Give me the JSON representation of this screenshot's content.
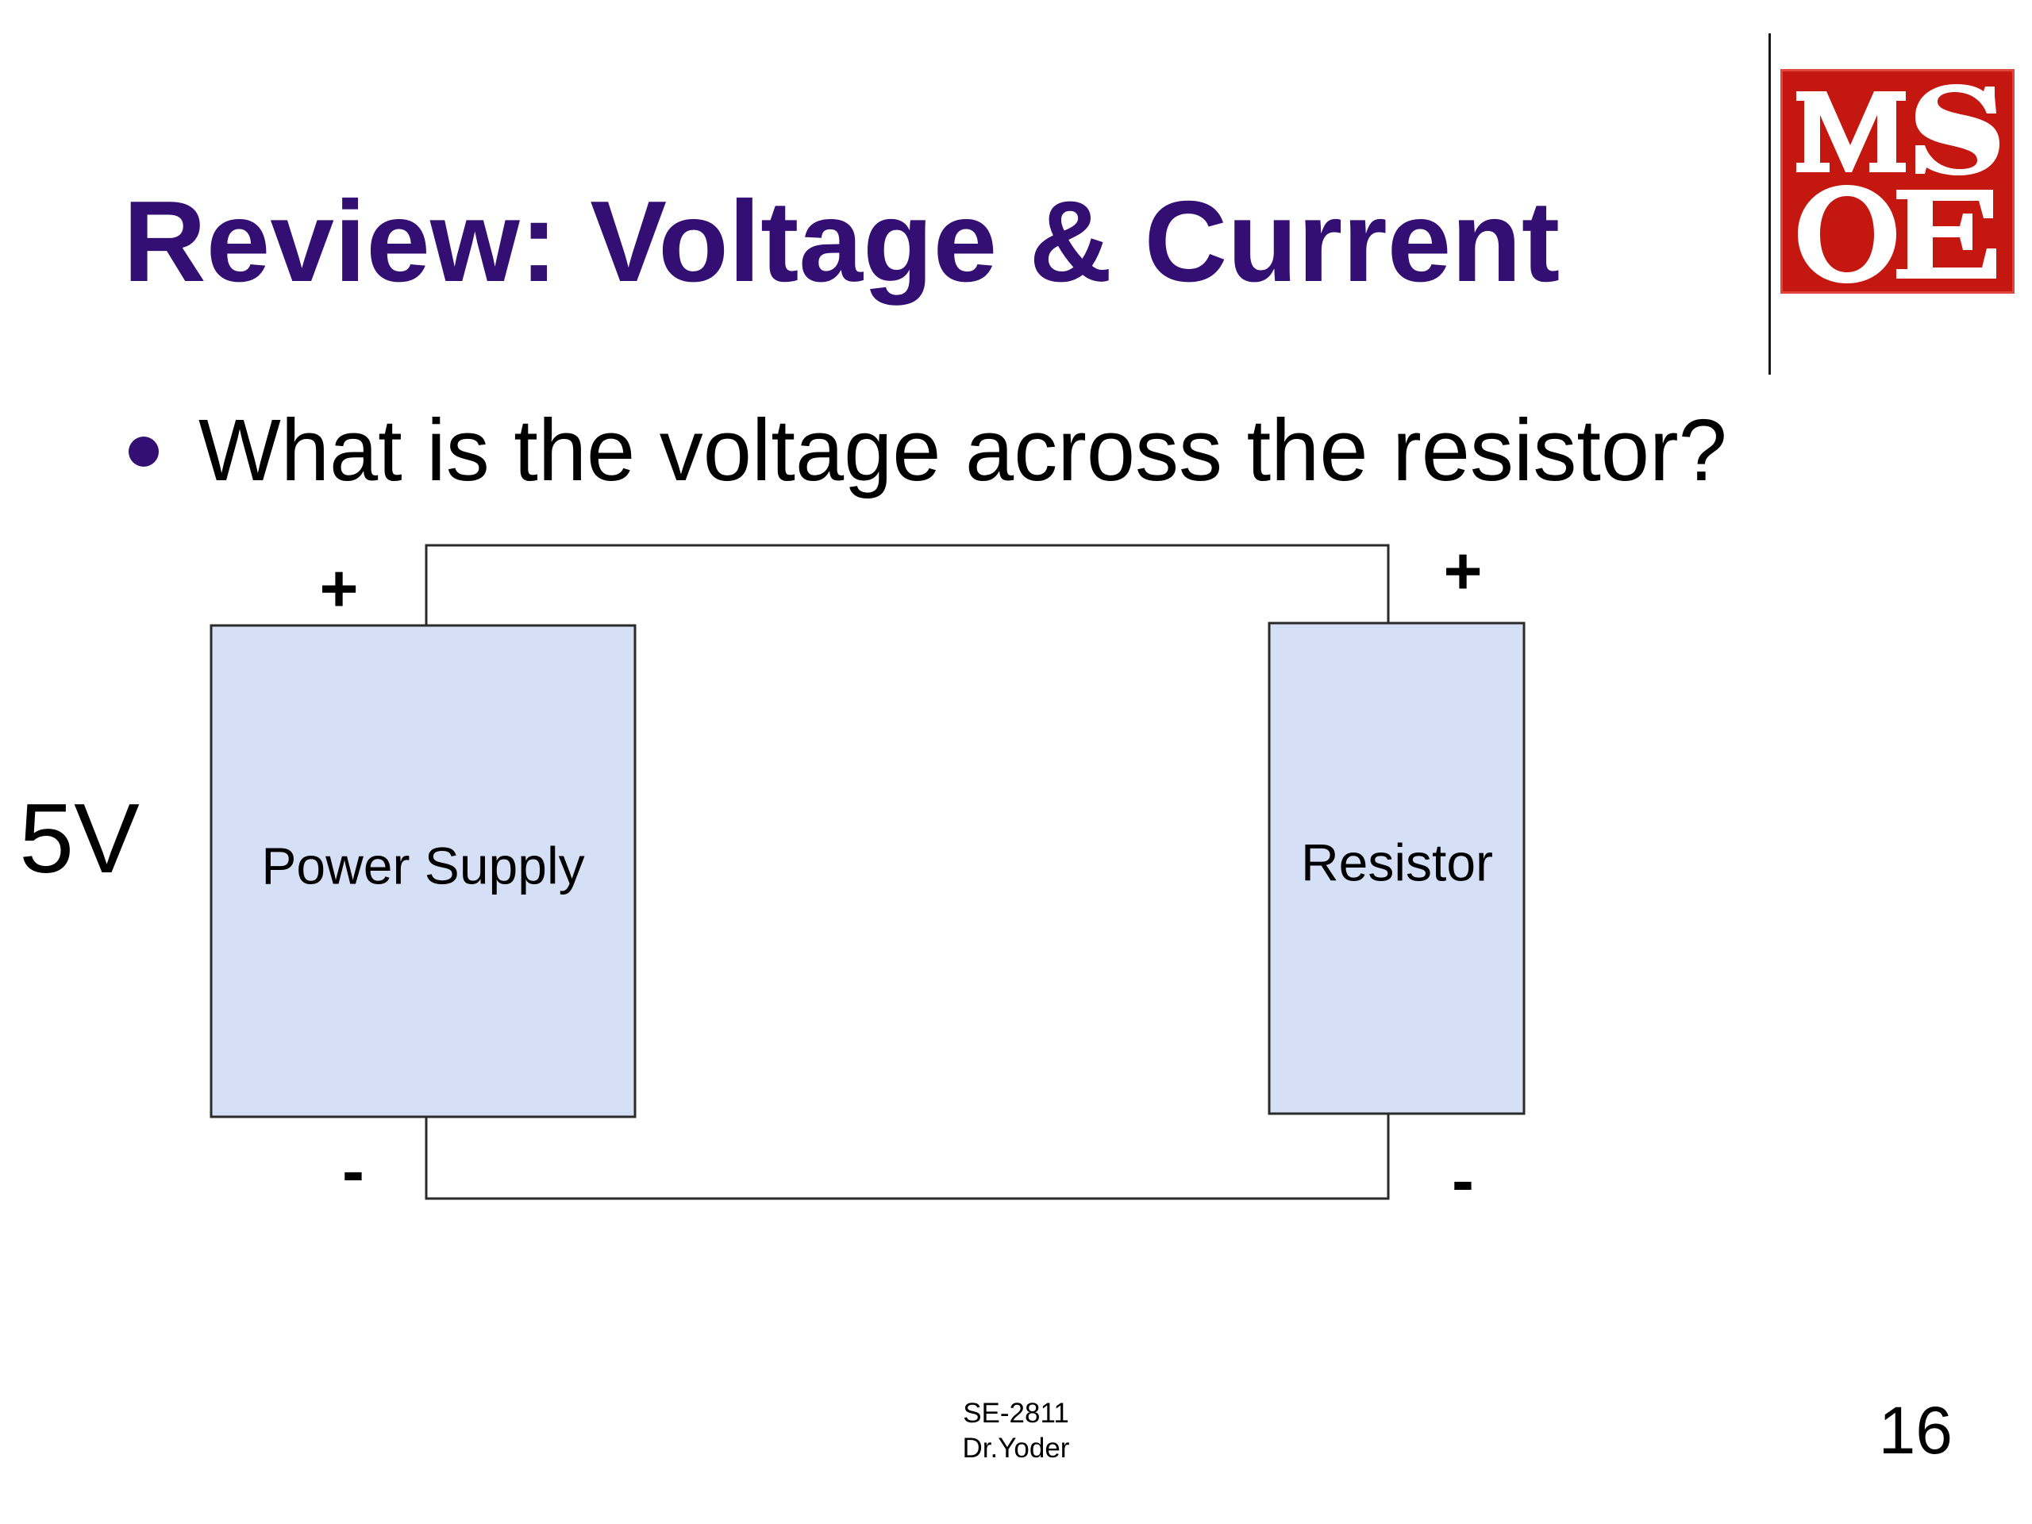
{
  "slide": {
    "title": "Review: Voltage & Current",
    "bullet": "What is the voltage across the resistor?",
    "logo_text": "MSOE",
    "footer": {
      "course": "SE-2811",
      "instructor": "Dr.Yoder"
    },
    "page_number": "16"
  },
  "diagram": {
    "power_supply_label": "Power Supply",
    "resistor_label": "Resistor",
    "source_voltage": "5V",
    "power_supply_plus": "+",
    "power_supply_minus": "-",
    "resistor_plus": "+",
    "resistor_minus": "-"
  },
  "colors": {
    "title": "#330f73",
    "bullet": "#330f73",
    "box_fill": "#d5e0f7",
    "box_stroke": "#2a2a2a",
    "logo_red": "#c4170f",
    "logo_text": "#ffffff"
  }
}
